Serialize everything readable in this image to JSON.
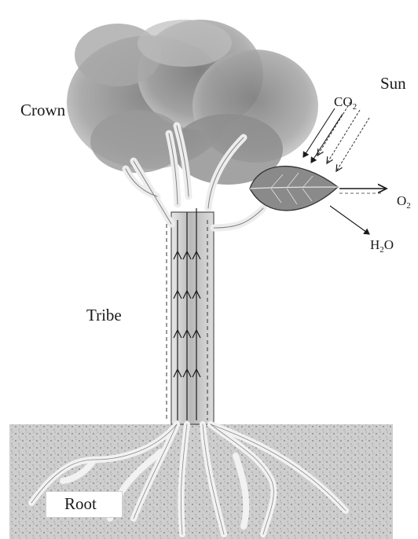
{
  "labels": {
    "sun": "Sun",
    "crown": "Crown",
    "tribe": "Tribe",
    "root": "Root",
    "co2_main": "CO",
    "co2_sub": "2",
    "o2_main": "O",
    "o2_sub": "2",
    "h2o_h": "H",
    "h2o_sub": "2",
    "h2o_o": "O"
  },
  "colors": {
    "foliage": "#8f8f8f",
    "ground": "#c9c9c9",
    "trunk": "#bfbfbf",
    "ink": "#1a1a1a"
  }
}
